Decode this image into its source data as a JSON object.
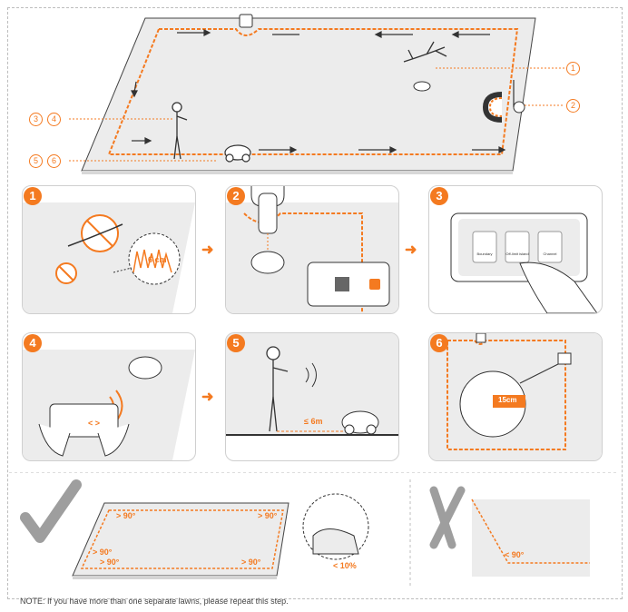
{
  "overview": {
    "callouts": [
      "1",
      "2",
      "3",
      "4",
      "5",
      "6"
    ]
  },
  "steps": [
    {
      "number": "1",
      "grass_height": "6 cm"
    },
    {
      "number": "2"
    },
    {
      "number": "3",
      "buttons": [
        "Boundary",
        "Off-limit island",
        "Channel"
      ]
    },
    {
      "number": "4",
      "arrows": "< >"
    },
    {
      "number": "5",
      "distance": "≤ 6m"
    },
    {
      "number": "6",
      "distance": "15cm"
    }
  ],
  "good_example": {
    "angles": [
      "> 90°",
      "> 90°",
      "> 90°",
      "> 90°",
      "> 90°"
    ],
    "slope": "< 10%"
  },
  "bad_example": {
    "angle": "< 90°"
  },
  "note": "NOTE: If you have more than one separate lawns, please repeat this step.",
  "colors": {
    "accent": "#f47a20",
    "line": "#333333",
    "lawn": "#ececec"
  }
}
